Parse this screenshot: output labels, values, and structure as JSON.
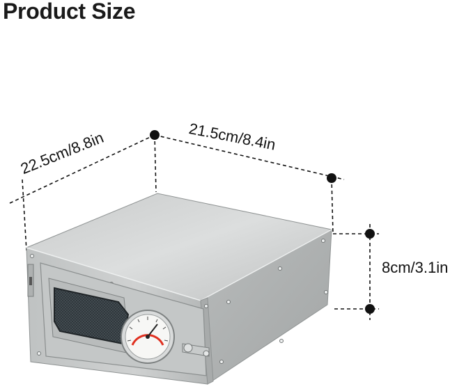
{
  "title": "Product Size",
  "dimensions": {
    "width": "22.5cm/8.8in",
    "depth": "21.5cm/8.4in",
    "height": "8cm/3.1in"
  },
  "gauge_color": "#e03020"
}
